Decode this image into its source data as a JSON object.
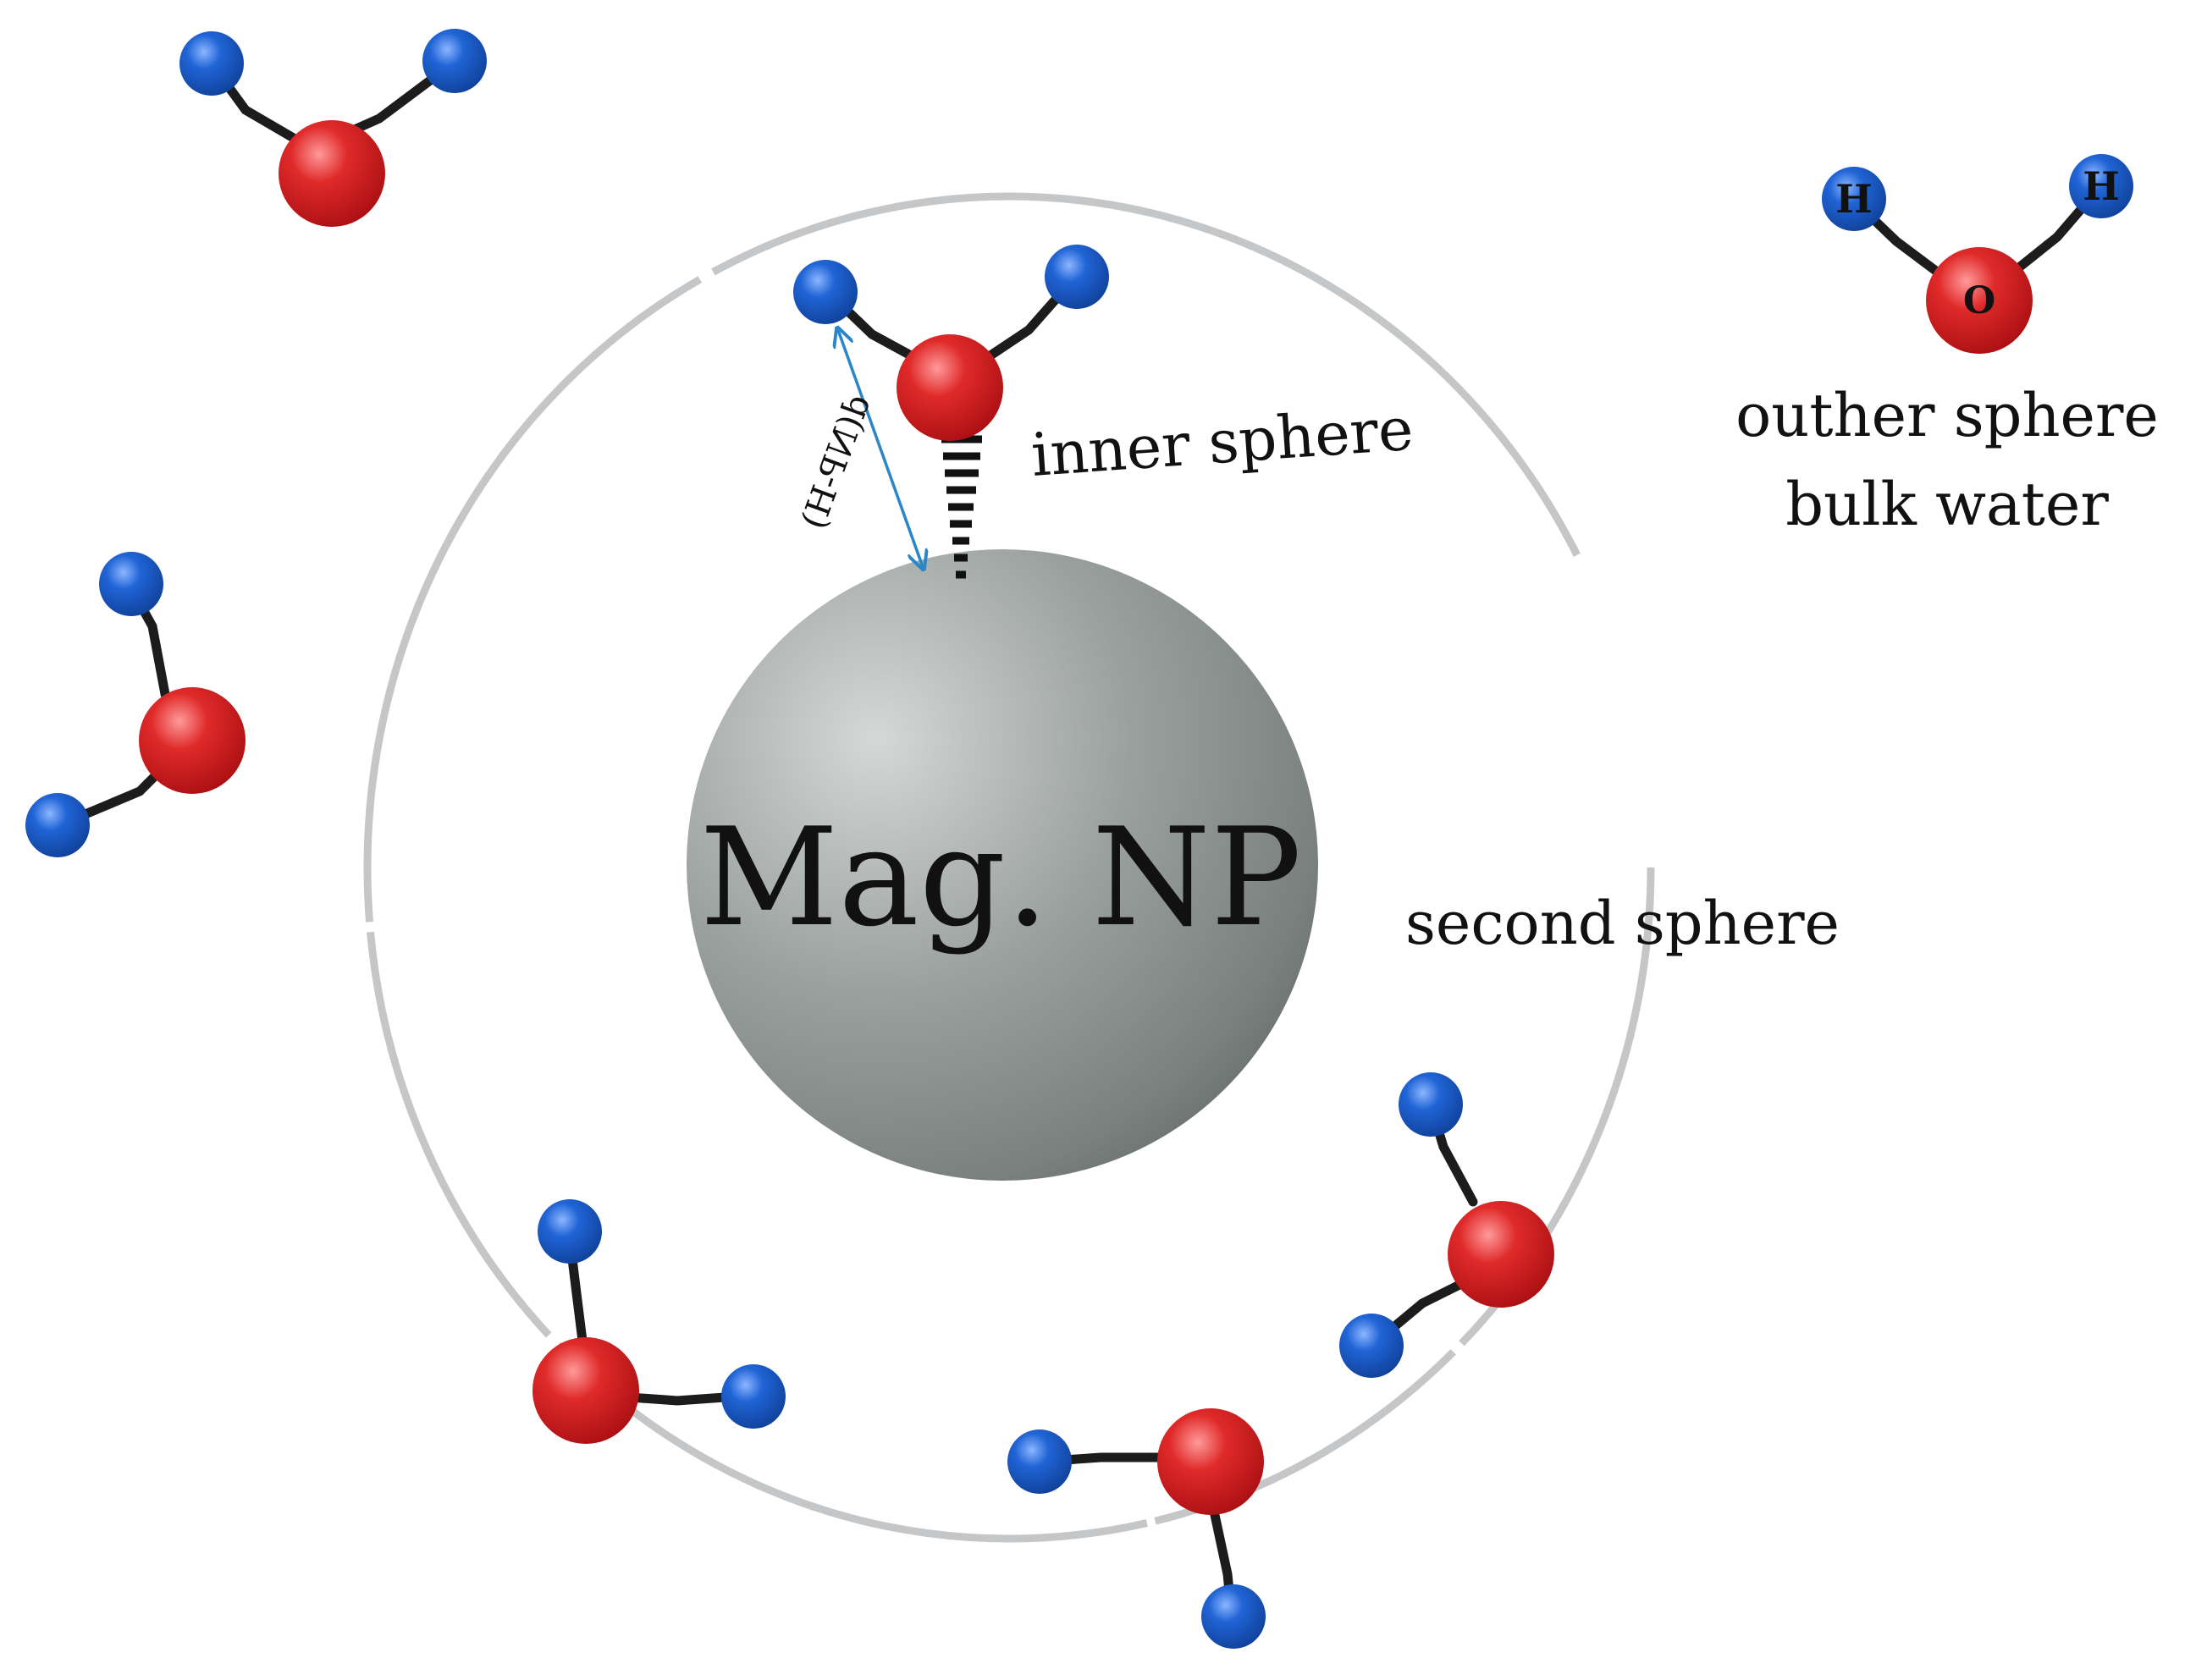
{
  "nanoparticle": {
    "label": "Mag. NP"
  },
  "labels": {
    "inner_sphere": "inner sphere",
    "second_sphere": "second sphere",
    "outer_sphere_line1": "outher sphere",
    "outer_sphere_line2": "bulk water",
    "distance": "d(NP-H)"
  },
  "legend_molecule": {
    "hydrogen_symbol": "H",
    "oxygen_symbol": "O"
  },
  "colors": {
    "oxygen": "#d01e22",
    "hydrogen": "#1a58c2",
    "bond": "#1c1c1c",
    "sphere_ring": "#c4c6c8",
    "nanoparticle": "#8a8f8c",
    "distance_arrow": "#2a86c8"
  }
}
